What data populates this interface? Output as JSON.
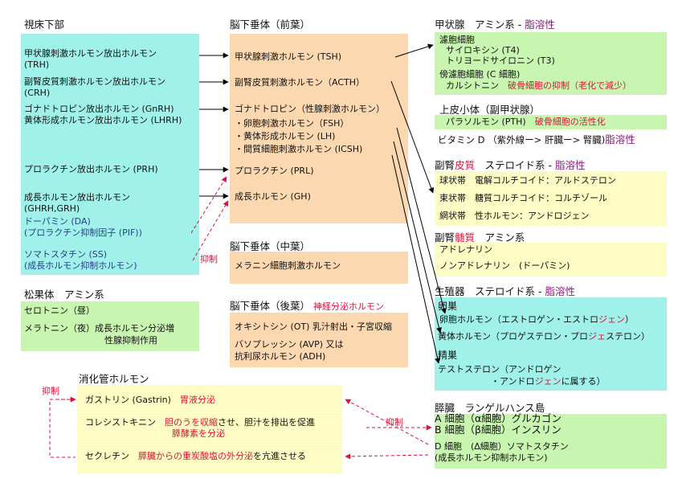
{
  "hypothalamus": {
    "title": "視床下部",
    "trh_1": "甲状腺刺激ホルモン放出ホルモン",
    "trh_2": "(TRH)",
    "crh_1": "副腎皮質刺激ホルモン放出ホルモン",
    "crh_2": "(CRH)",
    "gnrh_1": "ゴナドトロピン放出ホルモン (GnRH)",
    "gnrh_2": "黄体形成ホルモン放出ホルモン (LHRH)",
    "prh": "プロラクチン放出ホルモン (PRH)",
    "ghrh_1": "成長ホルモン放出ホルモン",
    "ghrh_2": "(GHRH,GRH)",
    "da_1": "ドーパミン (DA)",
    "da_2": "(プロラクチン抑制因子 (PIF))",
    "ss_1": "ソマトスタチン (SS)",
    "ss_2": "(成長ホルモン抑制ホルモン)"
  },
  "pineal": {
    "title": "松果体　アミン系",
    "serotonin": "セロトニン（昼）",
    "melatonin_1": "メラトニン（夜）成長ホルモン分泌増",
    "melatonin_2": "性腺抑制作用"
  },
  "anterior_pituitary": {
    "title": "脳下垂体（前葉）",
    "tsh": "甲状腺刺激ホルモン (TSH)",
    "acth": "副腎皮質刺激ホルモン（ACTH）",
    "gonadotropin": "ゴナドトロピン（性腺刺激ホルモン）",
    "fsh": "・卵胞刺激ホルモン（FSH）",
    "lh": "・黄体形成ホルモン (LH)",
    "icsh": "・間質細胞刺激ホルモン (ICSH)",
    "prl": "プロラクチン (PRL)",
    "gh": "成長ホルモン (GH)"
  },
  "intermediate_pituitary": {
    "title": "脳下垂体（中葉）",
    "msh": "メラニン細胞刺激ホルモン"
  },
  "posterior_pituitary": {
    "title": "脳下垂体（後葉）",
    "title_note": "神経分泌ホルモン",
    "ot": "オキシトシン (OT) 乳汁射出・子宮収縮",
    "avp_1": "バソプレッシン (AVP) 又は",
    "avp_2": "抗利尿ホルモン (ADH)"
  },
  "thyroid": {
    "title": "甲状腺　アミン系 - ",
    "title_tag": "脂溶性",
    "follicle": "濾胞細胞",
    "t4": "サイロキシン (T4)",
    "t3": "トリヨードサイロニン (T3)",
    "parafollicular": "傍濾胞細胞 (C 細胞)",
    "calcitonin": "カルシトニン",
    "calcitonin_note": "破骨細胞の抑制（老化で減少）"
  },
  "parathyroid": {
    "title": "上皮小体（副甲状腺）",
    "pth": "パラソルモン (PTH)",
    "pth_note": "破骨細胞の活性化",
    "vitd": "ビタミン D （紫外線ー> 肝臓ー> 腎臓)",
    "vitd_tag": "脂溶性"
  },
  "adrenal_cortex": {
    "title_a": "副腎",
    "title_b": "皮質",
    "title_c": "　ステロイド系 - ",
    "title_tag": "脂溶性",
    "zg": "球状帯　電解コルチコイド：アルドステロン",
    "zf": "束状帯　糖質コルチコイド：コルチゾール",
    "zr": "網状帯　性ホルモン：アンドロジェン"
  },
  "adrenal_medulla": {
    "title_a": "副腎",
    "title_b": "髄質",
    "title_c": "　アミン系",
    "adrenaline": "アドレナリン",
    "noradrenaline": "ノンアドレナリン　(ドーパミン)"
  },
  "gonads": {
    "title": "生殖器　ステロイド系 - ",
    "title_tag": "脂溶性",
    "ovary": "卵巣",
    "estrogen_a": "卵胞ホルモン（エストロゲン・エストロ",
    "estrogen_b": "ジェン",
    "estrogen_c": "）",
    "progesterone_a": "黄体ホルモン（プロゲステロン・プロ",
    "progesterone_b": "ジェ",
    "progesterone_c": "ステロン）",
    "testis": "精巣",
    "testosterone": "テストステロン（アンドロゲン",
    "androgen_a": "・アンドロ",
    "androgen_b": "ジェン",
    "androgen_c": "に属する）"
  },
  "pancreas": {
    "title": "膵臓　ランゲルハンス島",
    "alpha": "A 細胞（α細胞）グルカゴン",
    "beta": "B 細胞（β細胞）インスリン",
    "delta": "D 細胞　(Δ細胞）ソマトスタチン",
    "delta_2": "(成長ホルモン抑制ホルモン)"
  },
  "digestive": {
    "title": "消化管ホルモン",
    "gastrin": "ガストリン (Gastrin)",
    "gastrin_note": "胃液分泌",
    "cck": "コレシストキニン",
    "cck_note_a": "胆のうを収縮",
    "cck_note_b": "させ、胆汁を排出を促進",
    "cck_note_c": "膵酵素を分泌",
    "secretin": "セクレチン",
    "secretin_note_a": "膵臓からの重炭酸塩の外分泌",
    "secretin_note_b": "を亢進させる"
  },
  "labels": {
    "inhibit_1": "抑制",
    "inhibit_2": "抑制",
    "inhibit_3": "抑制"
  },
  "colors": {
    "hypothalamus_bg": "#9ff1e9",
    "pituitary_bg": "#fcd8b0",
    "gland_bg": "#c8f5b0",
    "digestive_bg": "#fdfcc5",
    "inhibit_arrow": "#e0103a",
    "highlight_red": "#e0103a",
    "lipid_purple": "#8a1a7a",
    "blue_text": "#2a3f8e"
  }
}
